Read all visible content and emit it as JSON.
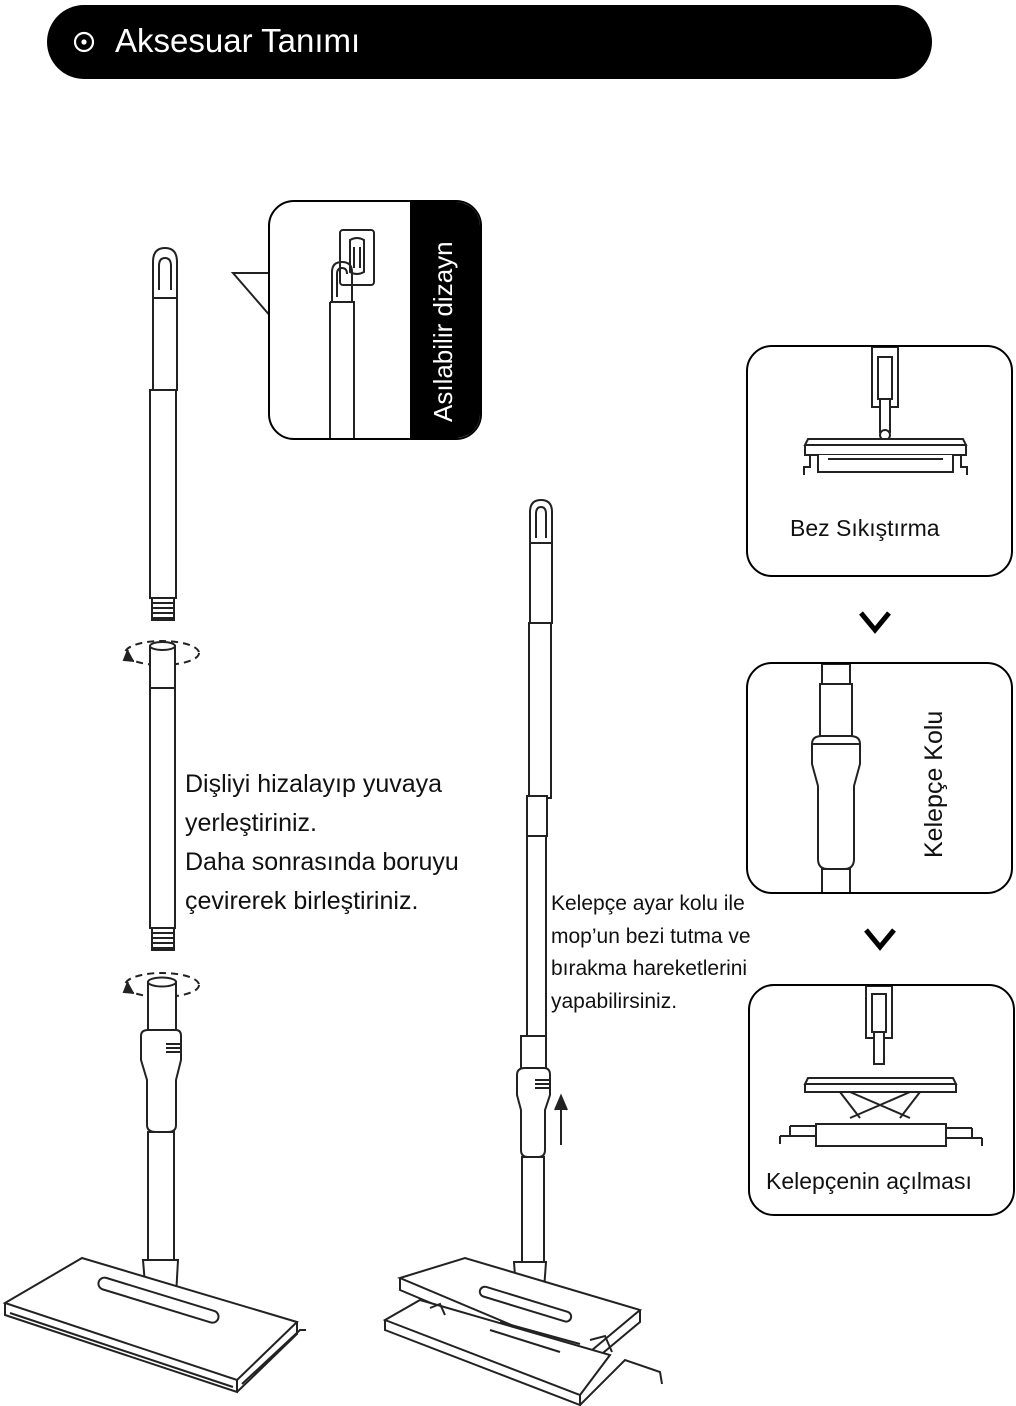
{
  "header": {
    "title": "Aksesuar Tanımı",
    "icon": "circle-dot-icon",
    "bg_color": "#000000"
  },
  "hang_callout": {
    "label": "Asılabilir dizayn"
  },
  "assembly_instructions": {
    "lines": [
      "Dişliyi hizalayıp yuvaya",
      "yerleştiriniz.",
      "Daha sonrasında boruyu",
      "çevirerek birleştiriniz."
    ]
  },
  "clamp_instructions": {
    "lines": [
      "Kelepçe ayar kolu ile",
      "mop’un bezi tutma ve",
      "bırakma hareketlerini",
      "yapabilirsiniz."
    ]
  },
  "steps": [
    {
      "label": "Bez Sıkıştırma"
    },
    {
      "label": "Kelepçe Kolu"
    },
    {
      "label": "Kelepçenin açılması"
    }
  ]
}
